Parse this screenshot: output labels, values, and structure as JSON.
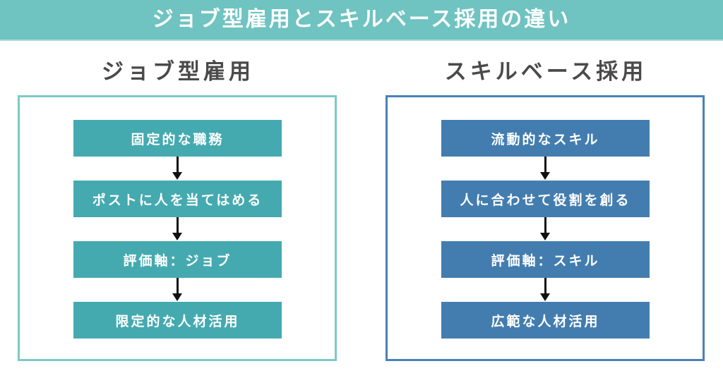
{
  "header": {
    "title": "ジョブ型雇用とスキルベース採用の違い",
    "background_color": "#6fc3c1"
  },
  "columns": [
    {
      "title": "ジョブ型雇用",
      "frame_color": "#7ccac6",
      "box_color": "#44aab0",
      "steps": [
        "固定的な職務",
        "ポストに人を当てはめる",
        "評価軸：ジョブ",
        "限定的な人材活用"
      ]
    },
    {
      "title": "スキルベース採用",
      "frame_color": "#4a81b8",
      "box_color": "#437daf",
      "steps": [
        "流動的なスキル",
        "人に合わせて役割を創る",
        "評価軸：スキル",
        "広範な人材活用"
      ]
    }
  ],
  "icons": {
    "flow_arrow": "arrow-down-icon"
  }
}
